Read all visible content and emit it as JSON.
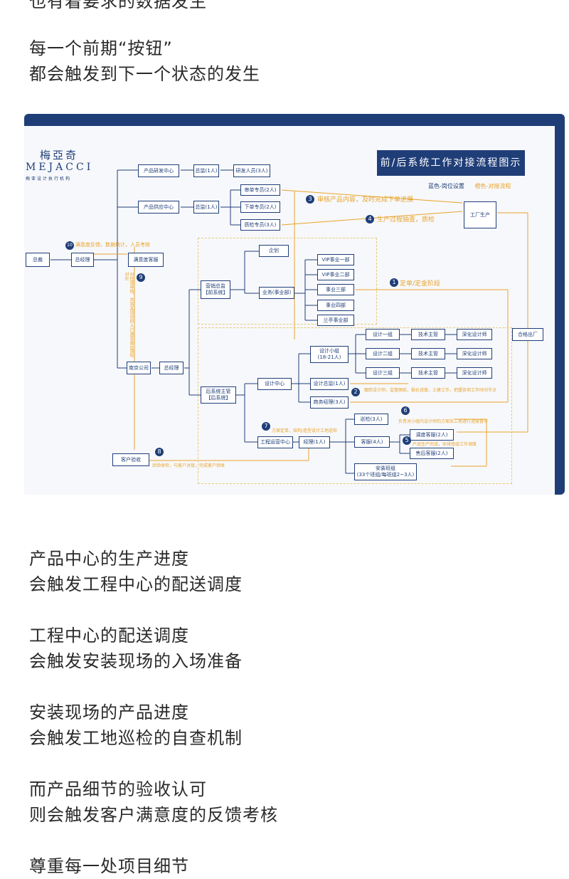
{
  "paragraphs": {
    "p0": {
      "line1": "也有着要求的数据发生"
    },
    "p1": {
      "line1": "每一个前期“按钮”",
      "line2": "都会触发到下一个状态的发生"
    },
    "p2": {
      "line1": "产品中心的生产进度",
      "line2": "会触发工程中心的配送调度"
    },
    "p3": {
      "line1": "工程中心的配送调度",
      "line2": "会触发安装现场的入场准备"
    },
    "p4": {
      "line1": "安装现场的产品进度",
      "line2": "会触发工地巡检的自查机制"
    },
    "p5": {
      "line1": "而产品细节的验收认可",
      "line2": "则会触发客户满意度的反馈考核"
    },
    "p6": {
      "line1": "尊重每一处项目细节"
    }
  },
  "flowchart": {
    "logo": {
      "cn": "梅亞奇",
      "en": "MEJACCI",
      "sub": "梅亚设计执行机构"
    },
    "title": "前/后系统工作对接流程图示",
    "legend": {
      "blue": "蓝色-岗位设置",
      "orange": "橙色-对接流程"
    },
    "nodes": {
      "zongcai": "总裁",
      "zongjingli": "总经理",
      "manyidu": "满意度客服",
      "cp_yanfa": "产品研发中心",
      "zongjian1": "总监(1人)",
      "yanfa_staff": "研发人员(3人)",
      "cp_gongying": "产品供应中心",
      "zongjian2": "总监(1人)",
      "shenhe": "审单专员(2人)",
      "xiadan": "下单专员(2人)",
      "zhijian": "质检专员(3人)",
      "gongchang": "工厂生产",
      "yingxiao": "营销总监\n【前系统】",
      "qihua": "企划",
      "yewu": "业务(事业部)",
      "vip1": "VIP事业一部",
      "vip2": "VIP事业二部",
      "shiye3": "事业三部",
      "shiye4": "事业四部",
      "lanting": "兰亭事业部",
      "nanjing": "南京公司",
      "zongjingli2": "总经理",
      "houxitong": "后系统主管\n【后系统】",
      "sheji_center": "设计中心",
      "sheji_group": "设计小组\n(18-21人)",
      "sheji_zongjian": "设计总监(1人)",
      "shangwu": "商务经理(3人)",
      "sj1": "设计一组",
      "sj2": "设计二组",
      "sj3": "设计三组",
      "js1": "技术主管",
      "js2": "技术主管",
      "js3": "技术主管",
      "sh1": "深化设计师",
      "sh2": "深化设计师",
      "sh3": "深化设计师",
      "hetong": "合格出厂",
      "gongcheng": "工程运营中心",
      "jingli": "经理(1人)",
      "xunjian": "巡检(3人)",
      "kefu": "客服(4人)",
      "anzhuang": "安装班组\n(33个班组/每班组2~3人)",
      "tiaodu": "调度客服(2人)",
      "shouhou": "售后客服(2人)",
      "kehu": "客户验收"
    },
    "notes": {
      "n3": "审核产品内容，及时完成下单进展",
      "n4": "生产过程抽查，质检",
      "n1": "定单/定金阶段",
      "n10": "满意度反馈，数据统计，人员考核",
      "n2": "跟踪设计师，监督图纸，报价进度，土建工作，把握各项工作时间节点",
      "n6": "负责对小组内设计师的方案及工地进行进度督导",
      "n7": "方案定单，结构/造型设计工地巡检",
      "n5": "产品生产完成，安排班组工作调度",
      "n8": "后验收检，与客户对接，完成客户验收",
      "n9": "对经理审核，并将其项目的入户满意度反馈给对应"
    },
    "badges": {
      "b1": "1",
      "b2": "2",
      "b3": "3",
      "b4": "4",
      "b5": "5",
      "b6": "6",
      "b7": "7",
      "b8": "8",
      "b9": "9",
      "b10": "10"
    }
  },
  "colors": {
    "navy": "#1f3e78",
    "orange": "#e8a42c",
    "text": "#2a2a2a"
  }
}
